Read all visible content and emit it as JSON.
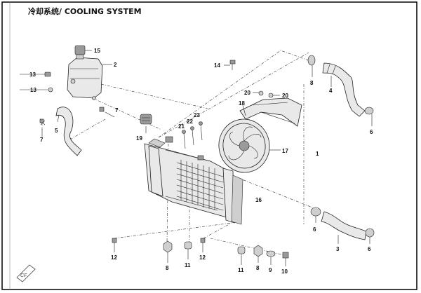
{
  "title": "冷却系统/ COOLING SYSTEM",
  "callouts": {
    "c1": "1",
    "c2": "2",
    "c3": "3",
    "c4": "4",
    "c5": "5",
    "c6a": "6",
    "c6b": "6",
    "c6c": "6",
    "c7a": "7",
    "c7b": "7",
    "c8a": "8",
    "c8b": "8",
    "c8c": "8",
    "c9": "9",
    "c10": "10",
    "c11a": "11",
    "c11b": "11",
    "c12a": "12",
    "c12b": "12",
    "c13a": "13",
    "c13b": "13",
    "c14": "14",
    "c15": "15",
    "c16": "16",
    "c17": "17",
    "c18": "18",
    "c19": "19",
    "c20a": "20",
    "c20b": "20",
    "c21": "21",
    "c22": "22",
    "c23": "23"
  },
  "logo_text": "CF"
}
